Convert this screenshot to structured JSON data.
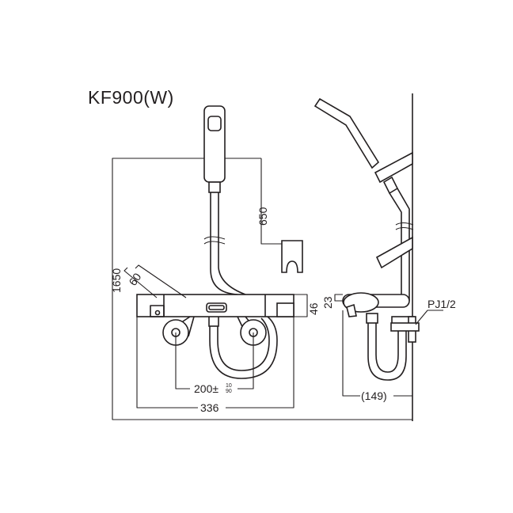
{
  "title": "KF900(W)",
  "dimensions": {
    "total_height": "1650",
    "holder_height": "650",
    "body_depth": "60",
    "body_height": "46",
    "side_height": "23",
    "center_distance": "200±",
    "tol_plus": "10",
    "tol_minus": "90",
    "body_width": "336",
    "projection": "(149)",
    "pipe_thread": "PJ1/2"
  }
}
